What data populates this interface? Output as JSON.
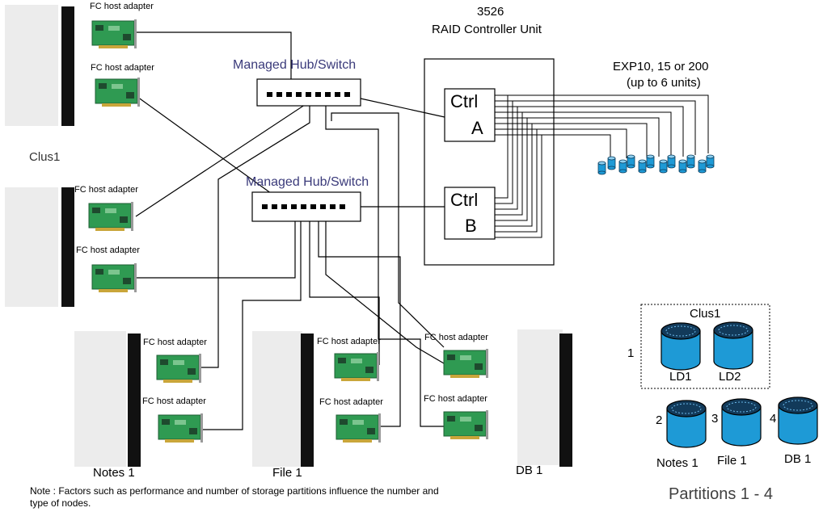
{
  "adapter_label": "FC host adapter",
  "hub_label": "Managed Hub/Switch",
  "raid": {
    "model": "3526",
    "name": "RAID Controller Unit"
  },
  "ctrl_a": {
    "line1": "Ctrl",
    "line2": "A"
  },
  "ctrl_b": {
    "line1": "Ctrl",
    "line2": "B"
  },
  "expansion": {
    "line1": "EXP10, 15 or 200",
    "line2": "(up to 6 units)"
  },
  "nodes": {
    "clus1": "Clus1",
    "notes1": "Notes 1",
    "file1": "File 1",
    "db1": "DB 1"
  },
  "partitions": {
    "group_title": "Clus1",
    "ld1": "LD1",
    "ld2": "LD2",
    "num1": "1",
    "num2": "2",
    "num3": "3",
    "num4": "4",
    "notes1": "Notes 1",
    "file1": "File 1",
    "db1": "DB 1",
    "caption": "Partitions 1 - 4"
  },
  "note": "Note : Factors such as performance and number of storage partitions influence the number and type of nodes.",
  "colors": {
    "card_green": "#2f9a52",
    "disk_blue": "#1e9ad6",
    "tower_black": "#111111",
    "hub_text": "#3a3a7a",
    "line": "#000000"
  }
}
